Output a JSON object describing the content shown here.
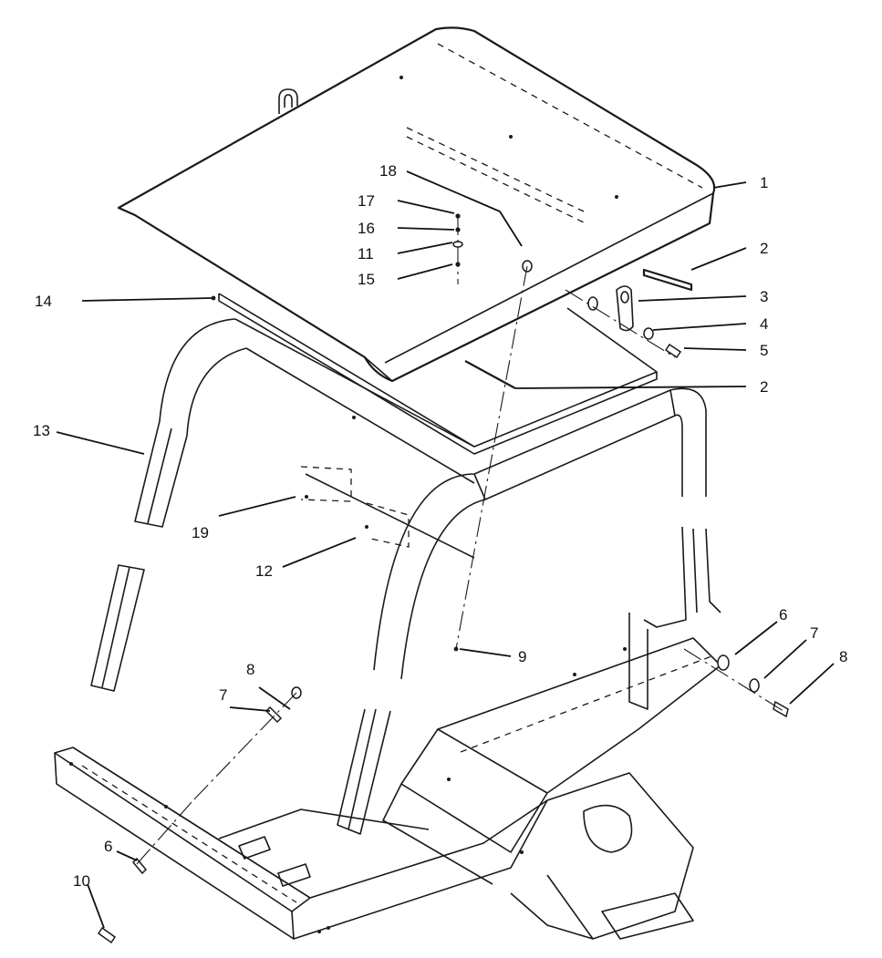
{
  "callouts": [
    {
      "id": "1",
      "label": "1"
    },
    {
      "id": "2a",
      "label": "2"
    },
    {
      "id": "2b",
      "label": "2"
    },
    {
      "id": "3",
      "label": "3"
    },
    {
      "id": "4",
      "label": "4"
    },
    {
      "id": "5",
      "label": "5"
    },
    {
      "id": "6a",
      "label": "6"
    },
    {
      "id": "6b",
      "label": "6"
    },
    {
      "id": "7a",
      "label": "7"
    },
    {
      "id": "7b",
      "label": "7"
    },
    {
      "id": "8a",
      "label": "8"
    },
    {
      "id": "8b",
      "label": "8"
    },
    {
      "id": "9",
      "label": "9"
    },
    {
      "id": "10",
      "label": "10"
    },
    {
      "id": "11",
      "label": "11"
    },
    {
      "id": "12",
      "label": "12"
    },
    {
      "id": "13",
      "label": "13"
    },
    {
      "id": "14",
      "label": "14"
    },
    {
      "id": "15",
      "label": "15"
    },
    {
      "id": "16",
      "label": "16"
    },
    {
      "id": "17",
      "label": "17"
    },
    {
      "id": "18",
      "label": "18"
    },
    {
      "id": "19",
      "label": "19"
    }
  ]
}
